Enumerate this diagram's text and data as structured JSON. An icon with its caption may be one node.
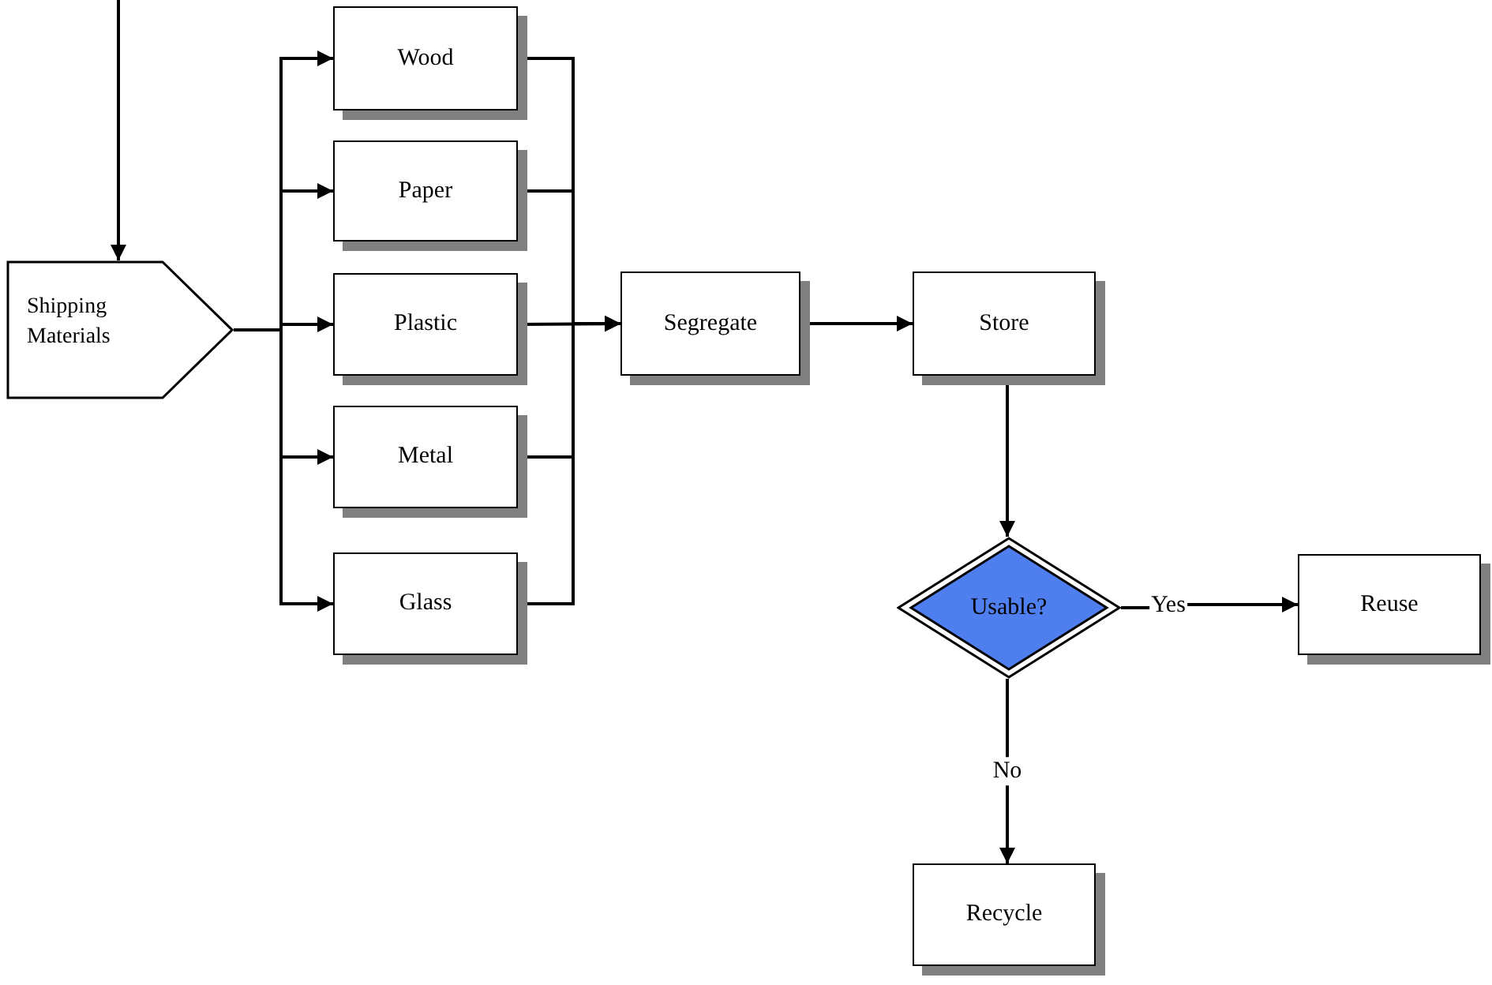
{
  "diagram": {
    "nodes": [
      {
        "text": [
          "Shipping Materials"
        ]
      },
      {
        "text": [
          "Wood"
        ]
      },
      {
        "text": [
          "Paper"
        ]
      },
      {
        "text": [
          "Plastic"
        ]
      },
      {
        "text": [
          "Metal"
        ]
      },
      {
        "text": [
          "Glass"
        ]
      },
      {
        "text": [
          "Segregate"
        ]
      },
      {
        "text": [
          "Store"
        ]
      },
      {
        "text": [
          "Usable?"
        ]
      },
      {
        "text": [
          "Reuse"
        ]
      },
      {
        "text": [
          "Recycle"
        ]
      }
    ],
    "edges": [
      {
        "from": null,
        "to": 0,
        "arrow": "to"
      },
      {
        "from": 0,
        "to": 1,
        "arrow": "to"
      },
      {
        "from": 0,
        "to": 2,
        "arrow": "to"
      },
      {
        "from": 0,
        "to": 3,
        "arrow": "to"
      },
      {
        "from": 0,
        "to": 4,
        "arrow": "to"
      },
      {
        "from": 0,
        "to": 5,
        "arrow": "to"
      },
      {
        "from": 1,
        "to": 6,
        "arrow": "to"
      },
      {
        "from": 2,
        "to": 6,
        "arrow": "to"
      },
      {
        "from": 3,
        "to": 6,
        "arrow": "to"
      },
      {
        "from": 4,
        "to": 6,
        "arrow": "to"
      },
      {
        "from": 5,
        "to": 6,
        "arrow": "to"
      },
      {
        "from": 6,
        "to": 7,
        "arrow": "to"
      },
      {
        "from": 7,
        "to": 8,
        "arrow": "to"
      },
      {
        "from": 8,
        "to": 9,
        "arrow": "to",
        "label": "Yes"
      },
      {
        "from": 8,
        "to": 10,
        "arrow": "to",
        "label": "No"
      }
    ]
  }
}
